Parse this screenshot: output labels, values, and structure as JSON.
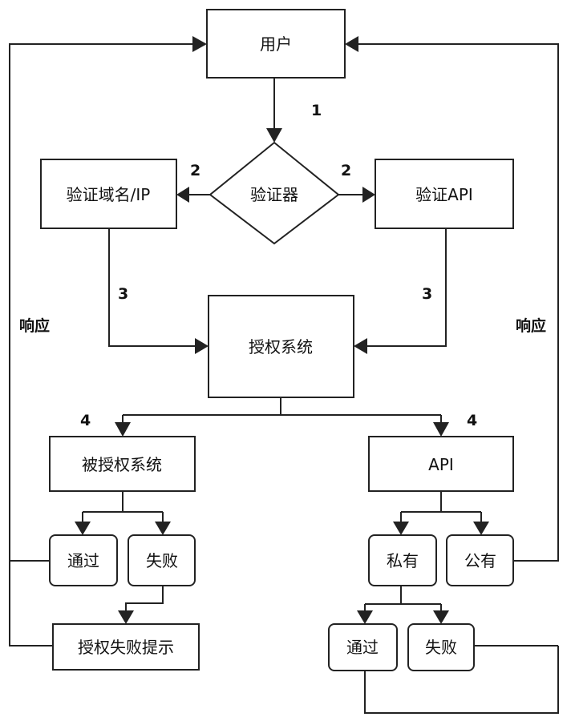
{
  "nodes": {
    "user": "用户",
    "validator": "验证器",
    "verify_domain": "验证域名/IP",
    "verify_api": "验证API",
    "auth_system": "授权系统",
    "authorized_system": "被授权系统",
    "api": "API",
    "left_pass": "通过",
    "left_fail": "失败",
    "auth_fail_msg": "授权失败提示",
    "private": "私有",
    "public": "公有",
    "right_pass": "通过",
    "right_fail": "失败"
  },
  "edge_labels": {
    "step1": "1",
    "step2_left": "2",
    "step2_right": "2",
    "step3_left": "3",
    "step3_right": "3",
    "step4_left": "4",
    "step4_right": "4",
    "response_left": "响应",
    "response_right": "响应"
  }
}
